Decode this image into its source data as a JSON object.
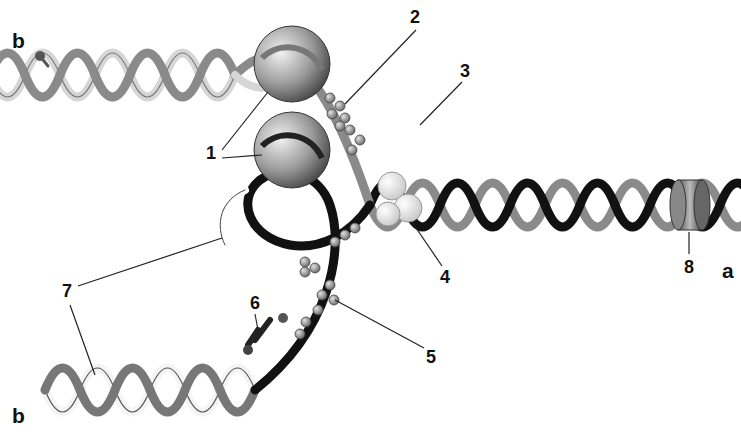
{
  "diagram": {
    "labels": [
      "b",
      "2",
      "3",
      "1",
      "a",
      "8",
      "4",
      "7",
      "6",
      "5",
      "b"
    ]
  }
}
